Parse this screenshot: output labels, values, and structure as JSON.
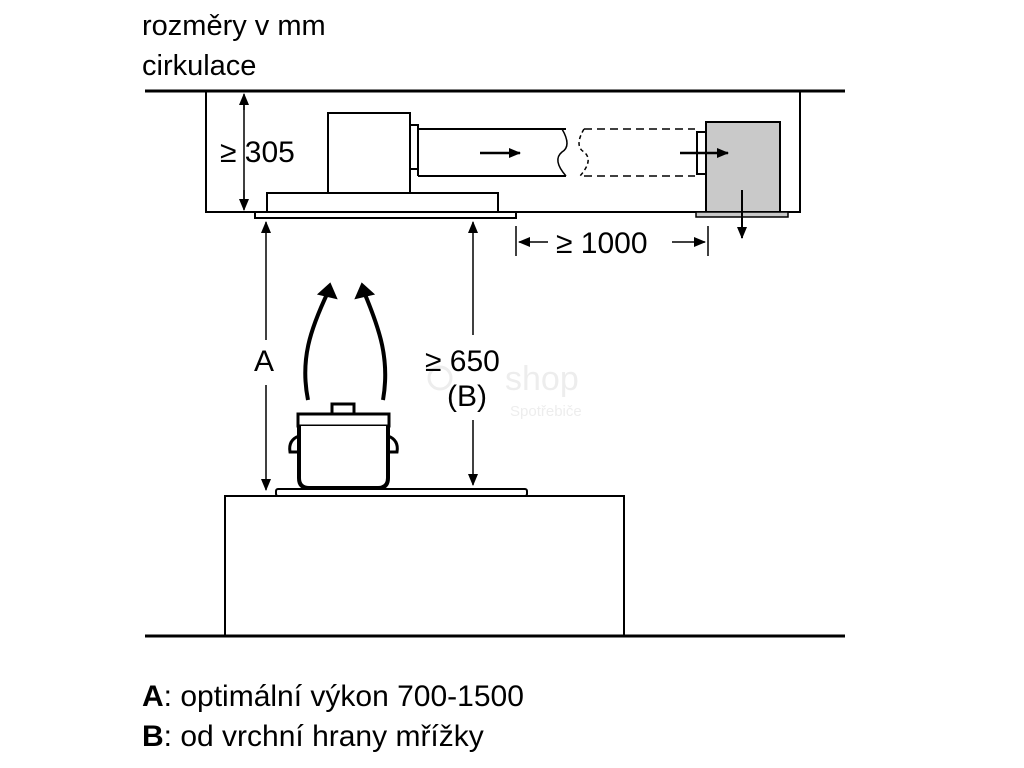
{
  "header": {
    "units": "rozměry v mm",
    "mode": "cirkulace"
  },
  "dimensions": {
    "height_min": "≥ 305",
    "distance_min": "≥ 1000",
    "clearance_label": "A",
    "clearance_min": "≥ 650",
    "clearance_ref": "(B)"
  },
  "legend": [
    {
      "key": "A",
      "text": ": optimální výkon 700-1500"
    },
    {
      "key": "B",
      "text": ": od vrchní hrany mřížky"
    }
  ],
  "colors": {
    "line": "#000000",
    "filter_box": "#c9c9c9",
    "watermark": "#dcdcdc"
  },
  "watermark": {
    "word": "shop",
    "sub": "Spotřebiče"
  }
}
